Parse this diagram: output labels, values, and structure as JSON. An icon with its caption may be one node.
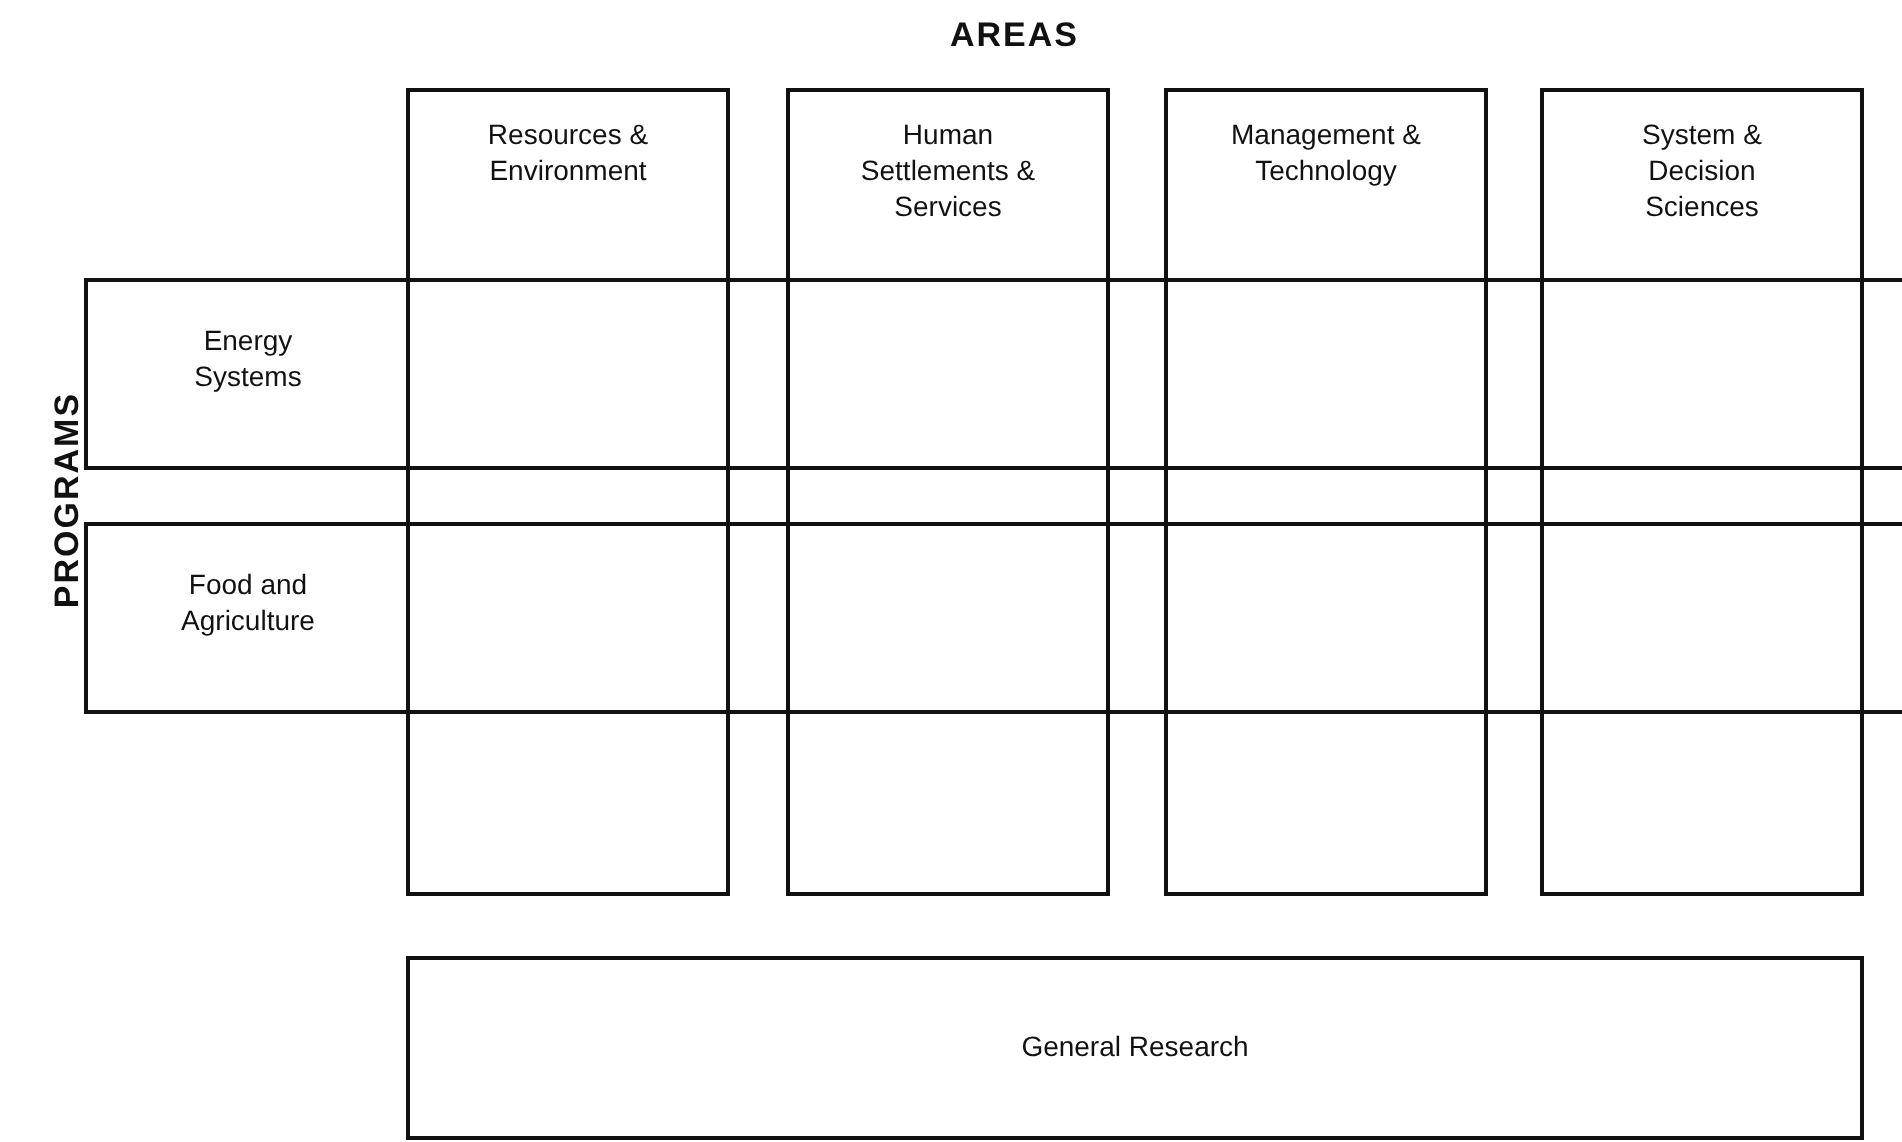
{
  "diagram": {
    "nodes": [
      {
        "text": [
          "Resources & Environment"
        ]
      },
      {
        "text": [
          "Human Settlements & Services"
        ]
      },
      {
        "text": [
          "Management & Technology"
        ]
      },
      {
        "text": [
          "System & Decision Sciences"
        ]
      },
      {
        "text": [
          "Energy Systems"
        ]
      },
      {
        "text": [
          "Food and Agriculture"
        ]
      },
      {
        "text": [
          "General Research"
        ]
      }
    ],
    "labels": [
      "AREAS",
      "PROGRAMS"
    ]
  }
}
